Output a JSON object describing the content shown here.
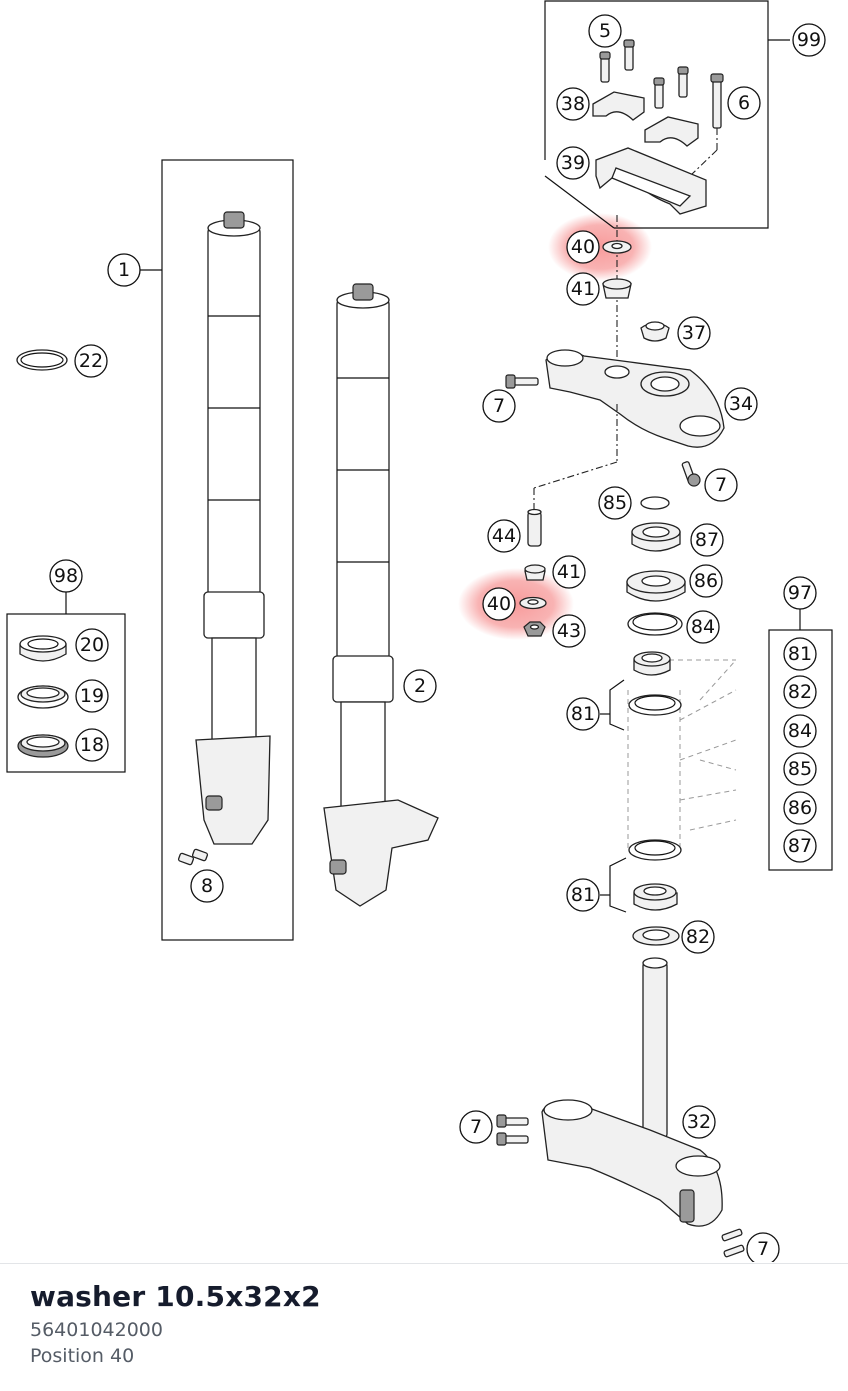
{
  "diagram": {
    "highlight_color": "#f04a4a",
    "callouts": [
      "1",
      "2",
      "5",
      "6",
      "7",
      "8",
      "18",
      "19",
      "20",
      "22",
      "32",
      "34",
      "37",
      "38",
      "39",
      "40",
      "41",
      "43",
      "44",
      "81",
      "82",
      "84",
      "85",
      "86",
      "87",
      "97",
      "98",
      "99"
    ]
  },
  "part": {
    "name": "washer 10.5x32x2",
    "number": "56401042000",
    "position": "Position 40"
  }
}
